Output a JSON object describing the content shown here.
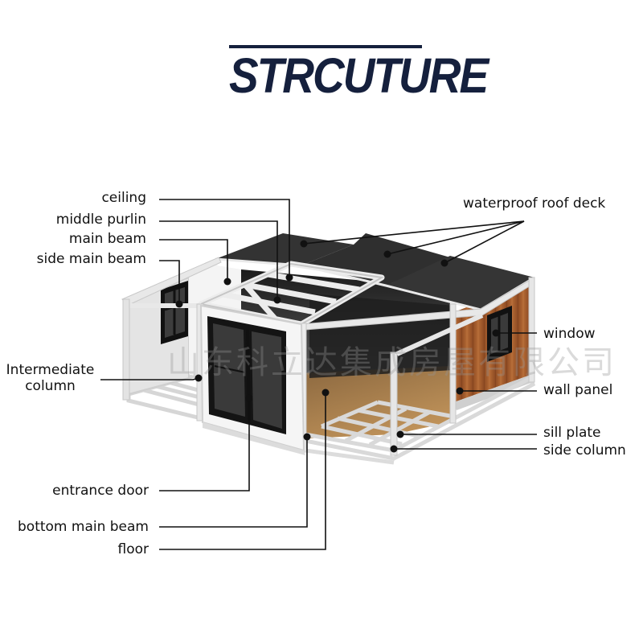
{
  "title": "STRCUTURE",
  "watermark": "山东科立达集成房屋有限公司",
  "labels": {
    "ceiling": "ceiling",
    "middle_purlin": "middle purlin",
    "main_beam": "main beam",
    "side_main_beam": "side main beam",
    "intermediate_column_1": "Intermediate",
    "intermediate_column_2": "column",
    "entrance_door": "entrance door",
    "bottom_main_beam": "bottom main beam",
    "floor": "floor",
    "waterproof_roof_deck": "waterproof roof deck",
    "window": "window",
    "wall_panel": "wall panel",
    "sill_plate": "sill plate",
    "side_column": "side column"
  },
  "colors": {
    "title": "#15203d",
    "roof": "#3a3a3a",
    "frame": "#e6e6e6",
    "wood": "#a25a2c",
    "floor": "#b98c55",
    "leader": "#111111"
  }
}
